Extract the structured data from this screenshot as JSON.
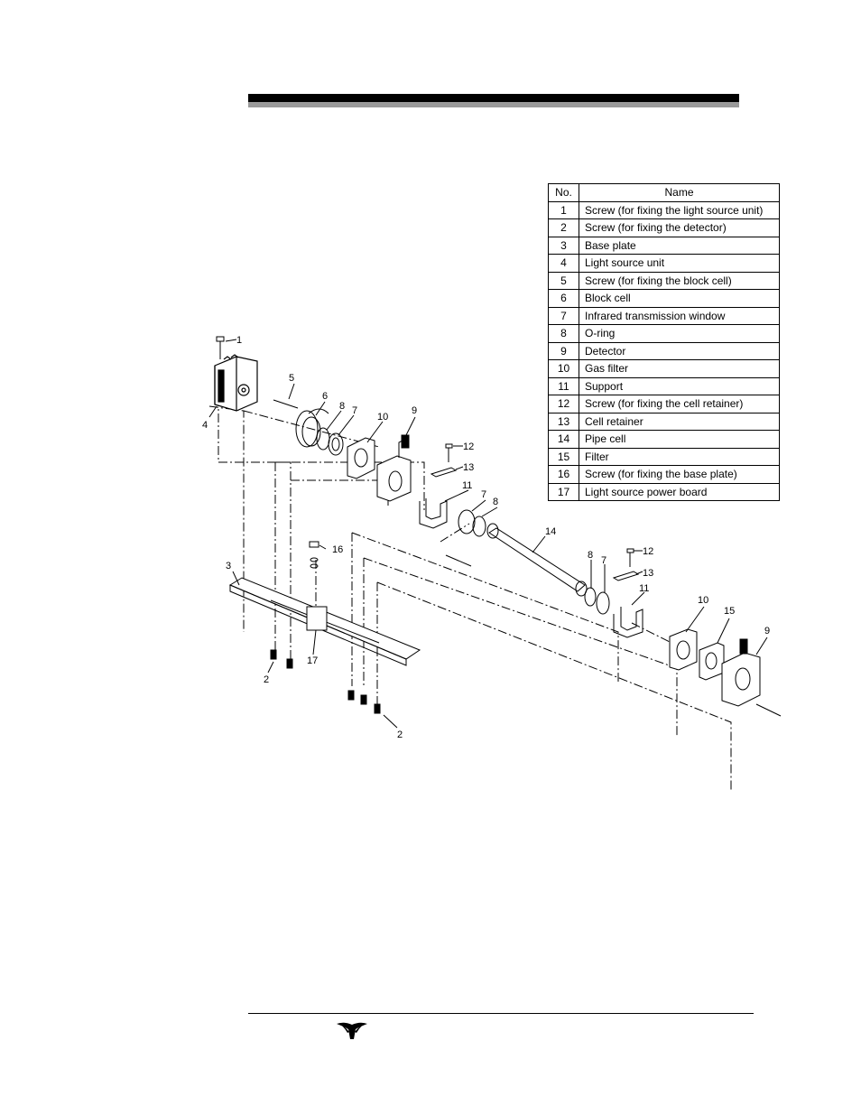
{
  "parts_table": {
    "headers": {
      "no": "No.",
      "name": "Name"
    },
    "rows": [
      {
        "no": "1",
        "name": "Screw (for fixing the light source unit)"
      },
      {
        "no": "2",
        "name": "Screw (for fixing the detector)"
      },
      {
        "no": "3",
        "name": "Base plate"
      },
      {
        "no": "4",
        "name": "Light source unit"
      },
      {
        "no": "5",
        "name": "Screw (for fixing the block cell)"
      },
      {
        "no": "6",
        "name": "Block cell"
      },
      {
        "no": "7",
        "name": "Infrared transmission window"
      },
      {
        "no": "8",
        "name": "O-ring"
      },
      {
        "no": "9",
        "name": "Detector"
      },
      {
        "no": "10",
        "name": "Gas filter"
      },
      {
        "no": "11",
        "name": "Support"
      },
      {
        "no": "12",
        "name": "Screw (for fixing the cell retainer)"
      },
      {
        "no": "13",
        "name": "Cell retainer"
      },
      {
        "no": "14",
        "name": "Pipe cell"
      },
      {
        "no": "15",
        "name": "Filter"
      },
      {
        "no": "16",
        "name": "Screw (for fixing the base plate)"
      },
      {
        "no": "17",
        "name": "Light source power board"
      }
    ]
  },
  "diagram_labels": {
    "l1": "1",
    "l2a": "2",
    "l2b": "2",
    "l3": "3",
    "l4": "4",
    "l5": "5",
    "l6": "6",
    "l7a": "7",
    "l7b": "7",
    "l7c": "7",
    "l8a": "8",
    "l8b": "8",
    "l8c": "8",
    "l9a": "9",
    "l9b": "9",
    "l10a": "10",
    "l10b": "10",
    "l11a": "11",
    "l11b": "11",
    "l12a": "12",
    "l12b": "12",
    "l13a": "13",
    "l13b": "13",
    "l14": "14",
    "l15": "15",
    "l16": "16",
    "l17": "17"
  },
  "footer": {
    "logo_icon": "teledyne-logo-icon"
  }
}
